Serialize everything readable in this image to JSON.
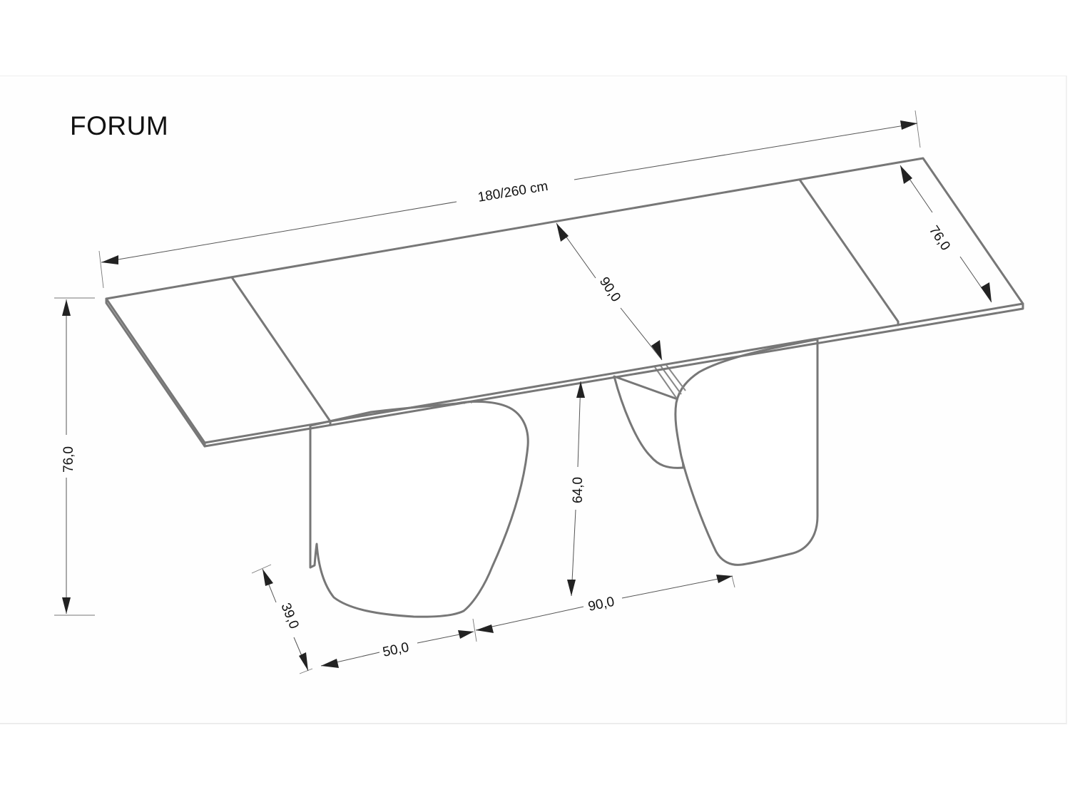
{
  "title": "FORUM",
  "colors": {
    "background": "#ffffff",
    "frame_border": "#eeeeee",
    "outline": "#777777",
    "dimension_line": "#555555",
    "arrowhead": "#222222",
    "text": "#111111"
  },
  "dimensions": {
    "length": {
      "label": "180/260 cm",
      "meaning": "table length closed/extended"
    },
    "depth_leaf": {
      "label": "76,0",
      "meaning": "extension leaf width"
    },
    "depth_top": {
      "label": "90,0",
      "meaning": "tabletop depth"
    },
    "height_total": {
      "label": "76,0",
      "meaning": "total height"
    },
    "height_leg": {
      "label": "64,0",
      "meaning": "leg clearance height"
    },
    "leg_depth": {
      "label": "39,0",
      "meaning": "leg base depth"
    },
    "leg_width": {
      "label": "50,0",
      "meaning": "leg base width"
    },
    "leg_spacing": {
      "label": "90,0",
      "meaning": "distance between legs"
    }
  }
}
